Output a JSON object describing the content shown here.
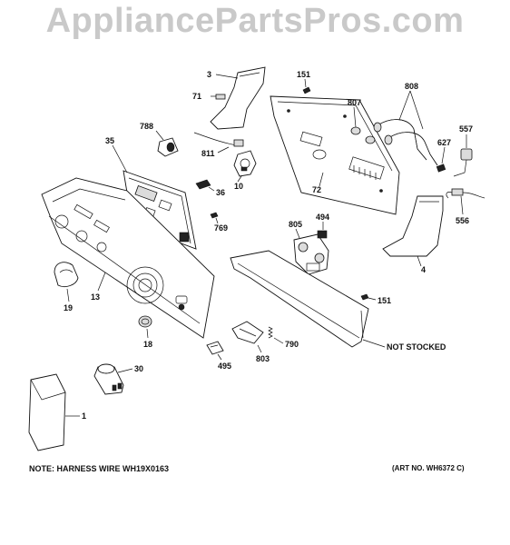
{
  "watermark": "AppliancePartsPros.com",
  "note": "NOTE: HARNESS WIRE WH19X0163",
  "art_no": "(ART NO. WH6372 C)",
  "labels": {
    "p1": "1",
    "p3": "3",
    "p4": "4",
    "p10": "10",
    "p13": "13",
    "p18": "18",
    "p19": "19",
    "p30": "30",
    "p35": "35",
    "p36": "36",
    "p71": "71",
    "p72": "72",
    "p151a": "151",
    "p151b": "151",
    "p494": "494",
    "p495": "495",
    "p556": "556",
    "p557": "557",
    "p627": "627",
    "p769": "769",
    "p788": "788",
    "p790": "790",
    "p803": "803",
    "p805": "805",
    "p807": "807",
    "p808": "808",
    "p811": "811",
    "not_stocked": "NOT STOCKED"
  }
}
